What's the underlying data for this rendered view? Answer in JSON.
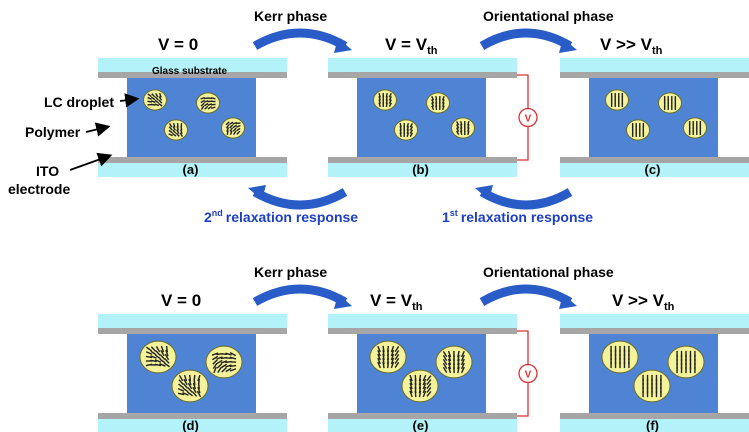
{
  "colors": {
    "glass": "#b3f2f8",
    "electrode": "#a6a6a6",
    "polymer": "#4f84d4",
    "droplet": "#f5f39a",
    "droplet_stroke": "#6b6b2a",
    "arrow": "#2a5cc8",
    "circuit": "#d83232",
    "relax_text": "#1d3fc4"
  },
  "top_row": {
    "kerr_phase": "Kerr phase",
    "orientational_phase": "Orientational phase",
    "relax_2": "relaxation response",
    "relax_2_prefix": "2",
    "relax_2_sup": "nd",
    "relax_1": "relaxation response",
    "relax_1_prefix": "1",
    "relax_1_sup": "st",
    "panels": [
      {
        "voltage": "V = 0",
        "v_base": "V = 0",
        "v_sub": "",
        "label": "(a)"
      },
      {
        "voltage": "V = Vth",
        "v_base": "V = V",
        "v_sub": "th",
        "label": "(b)"
      },
      {
        "voltage": "V >> Vth",
        "v_base": "V >> V",
        "v_sub": "th",
        "label": "(c)"
      }
    ]
  },
  "bottom_row": {
    "kerr_phase": "Kerr phase",
    "orientational_phase": "Orientational phase",
    "panels": [
      {
        "voltage": "V = 0",
        "v_base": "V = 0",
        "v_sub": "",
        "label": "(d)"
      },
      {
        "voltage": "V = Vth",
        "v_base": "V = V",
        "v_sub": "th",
        "label": "(e)"
      },
      {
        "voltage": "V >> Vth",
        "v_base": "V >> V",
        "v_sub": "th",
        "label": "(f)"
      }
    ]
  },
  "annotations": {
    "glass_substrate": "Glass substrate",
    "lc_droplet": "LC droplet",
    "polymer": "Polymer",
    "ito_line1": "ITO",
    "ito_line2": "electrode",
    "source_symbol": "V"
  }
}
